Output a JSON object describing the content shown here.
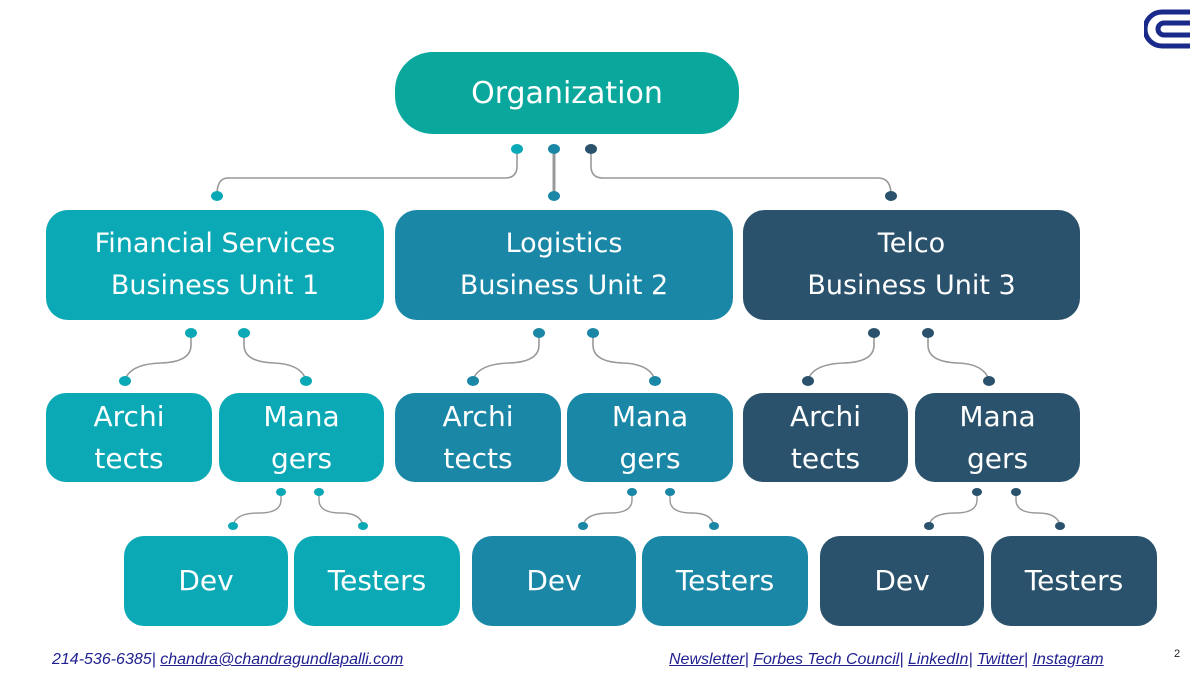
{
  "colors": {
    "root": "#0aa89c",
    "unit1": "#0ba9b5",
    "unit2": "#1a87a6",
    "unit3": "#2a526c",
    "connector": "#999999",
    "footer_text": "#1f1f8f",
    "logo": "#1a2a8a"
  },
  "root": {
    "label": "Organization"
  },
  "units": [
    {
      "line1": "Financial Services",
      "line2": "Business Unit 1",
      "architects": [
        "Archi",
        "tects"
      ],
      "managers": [
        "Mana",
        "gers"
      ],
      "dev": "Dev",
      "testers": "Testers"
    },
    {
      "line1": "Logistics",
      "line2": "Business Unit 2",
      "architects": [
        "Archi",
        "tects"
      ],
      "managers": [
        "Mana",
        "gers"
      ],
      "dev": "Dev",
      "testers": "Testers"
    },
    {
      "line1": "Telco",
      "line2": "Business Unit 3",
      "architects": [
        "Archi",
        "tects"
      ],
      "managers": [
        "Mana",
        "gers"
      ],
      "dev": "Dev",
      "testers": "Testers"
    }
  ],
  "footer": {
    "phone": "214-536-6385",
    "separator": "|",
    "email": "chandra@chandragundlapalli.com",
    "links": [
      "Newsletter",
      "Forbes Tech Council",
      "LinkedIn",
      "Twitter",
      "Instagram"
    ],
    "page_number": "2"
  },
  "logo": {
    "icon": "c-logo-icon"
  }
}
